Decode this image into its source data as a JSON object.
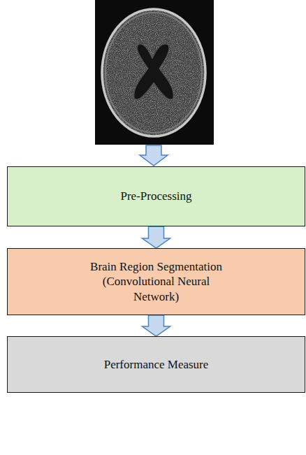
{
  "diagram": {
    "nodes": [
      {
        "text": [
          "Pre-Processing"
        ]
      },
      {
        "text": [
          "Brain Region Segmentation (Convolutional Neural Network)"
        ]
      },
      {
        "text": [
          "Performance Measure"
        ]
      }
    ],
    "edges": [
      {
        "from": 0,
        "to": 1,
        "arrow": "to"
      },
      {
        "from": 1,
        "to": 2,
        "arrow": "to"
      }
    ]
  }
}
